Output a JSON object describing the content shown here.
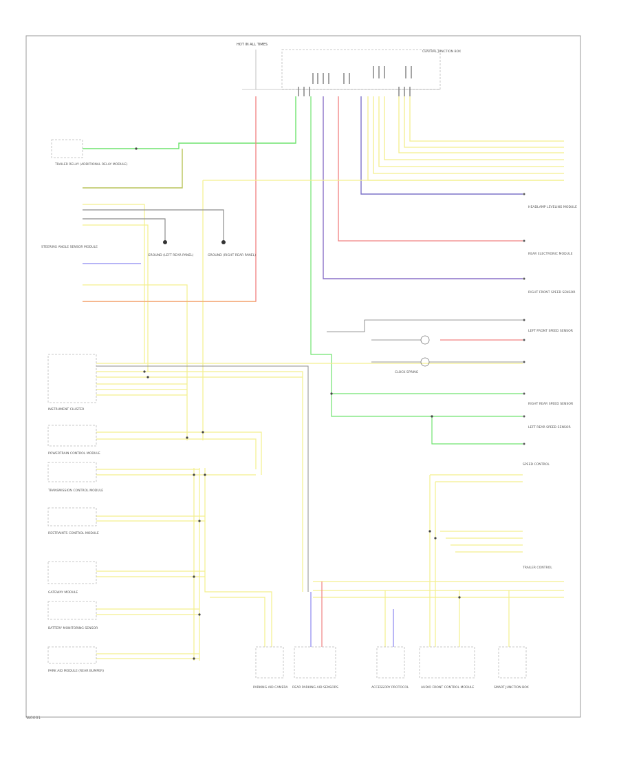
{
  "colors": {
    "green": "#6fe36f",
    "yellow": "#f3ef8d",
    "lightyellow": "#f7f3a8",
    "red": "#f08080",
    "blue": "#8a86f0",
    "purple": "#a070c0",
    "grey": "#8c8c8c",
    "orange": "#f2a060",
    "olive": "#b9c45a"
  },
  "labels": {
    "title": "HOT IN ALL TIMES",
    "top_right": "CENTRAL JUNCTION BOX",
    "trailer_relay": "TRAILER RELAY (ADDITIONAL RELAY MODULE)",
    "steering_angle": "STEERING ANGLE SENSOR MODULE",
    "left_ground": "GROUND (LEFT REAR PANEL)",
    "right_ground": "GROUND (RIGHT REAR PANEL)",
    "instrument_cluster": "INSTRUMENT CLUSTER",
    "power_fuse": "POWERTRAIN CONTROL MODULE",
    "transmission": "TRANSMISSION CONTROL MODULE",
    "restraints": "RESTRAINTS CONTROL MODULE",
    "gateway": "GATEWAY MODULE",
    "battery_ecu": "BATTERY MONITORING SENSOR",
    "headlamp": "HEADLAMP LEVELING MODULE",
    "rear_ecu": "REAR ELECTRONIC MODULE",
    "right_sensor": "RIGHT FRONT SPEED SENSOR",
    "left_sensor": "LEFT FRONT SPEED SENSOR",
    "clock_spring": "CLOCK SPRING",
    "right_side": "RIGHT REAR SPEED SENSOR",
    "left_side": "LEFT REAR SPEED SENSOR",
    "speed_control": "SPEED CONTROL",
    "trailer_ctrl": "TRAILER CONTROL",
    "bottom_left": "PARK AID MODULE (REAR BUMPER)",
    "bottom1": "PARKING AID CAMERA",
    "bottom2": "REAR PARKING AID SENSORS",
    "bottom3": "ACCESSORY PROTOCOL",
    "bottom4": "AUDIO FRONT CONTROL MODULE",
    "bottom5": "SMART JUNCTION BOX",
    "footer": "W0001"
  }
}
